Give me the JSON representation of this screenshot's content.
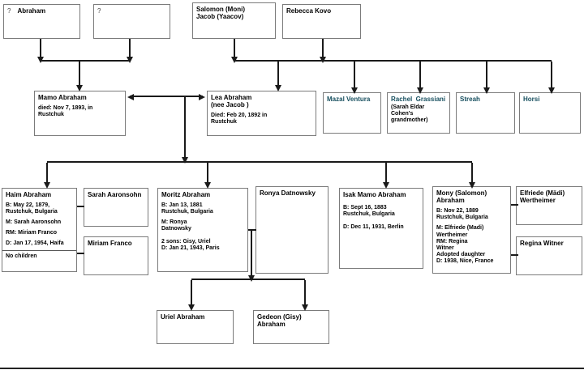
{
  "colors": {
    "accent_name_color": "#174f5f",
    "line_color": "#1a1a1a",
    "box_border": "#7b7b7b"
  },
  "gen1": {
    "unknown_father": {
      "q": "?",
      "name": "Abraham"
    },
    "unknown_mother": {
      "q": "?"
    },
    "salomon": {
      "name": "Salomon (Moni)\nJacob (Yaacov)"
    },
    "rebecca": {
      "name": "Rebecca Kovo"
    }
  },
  "gen2": {
    "mamo": {
      "name": "Mamo Abraham",
      "death": "died: Nov 7, 1893, in\nRustchuk"
    },
    "lea": {
      "name": "Lea Abraham\n(nee Jacob )",
      "death": "Died: Feb 20, 1892 in\nRustchuk"
    },
    "mazal": {
      "name": "Mazal Ventura"
    },
    "rachel": {
      "name": "Rachel  Grassiani",
      "note": "(Sarah Eldar\nCohen's\ngrandmother)"
    },
    "streah": {
      "name": "Streah"
    },
    "horsi": {
      "name": "Horsi"
    }
  },
  "gen3": {
    "haim": {
      "name": "Haim Abraham",
      "born": "B: May 22, 1879,\nRustchuk, Bulgaria",
      "married": "M: Sarah Aaronsohn",
      "remarried": "RM: Miriam Franco",
      "died": "D: Jan 17, 1954, Haifa",
      "note": "No children"
    },
    "sarah": {
      "name": "Sarah Aaronsohn"
    },
    "miriam": {
      "name": "Miriam Franco"
    },
    "moritz": {
      "name": "Moritz Abraham",
      "born": "B: Jan 13, 1881\nRustchuk, Bulgaria",
      "married": "M: Ronya\nDatnowsky",
      "sons": "2 sons: Gisy, Uriel",
      "died": "D: Jan 21, 1943, Paris"
    },
    "ronya": {
      "name": "Ronya Datnowsky"
    },
    "isak": {
      "name": "Isak Mamo Abraham",
      "born": "B: Sept 16, 1883\nRustchuk, Bulgaria",
      "died": "D: Dec 11, 1931, Berlin"
    },
    "mony": {
      "name": "Mony (Salomon)\nAbraham",
      "born": "B: Nov 22, 1889\nRustchuk, Bulgaria",
      "married": "M: Elfriede (Madi)\nWertheimer",
      "remarried": "RM: Regina\nWitner",
      "adopted": "Adopted daughter",
      "died": "D: 1938, Nice, France"
    },
    "elfriede": {
      "name": "Elfriede (Mädi)\nWertheimer"
    },
    "regina": {
      "name": "Regina Witner"
    }
  },
  "gen4": {
    "uriel": {
      "name": "Uriel Abraham"
    },
    "gedeon": {
      "name": "Gedeon (Gisy)\nAbraham"
    }
  }
}
